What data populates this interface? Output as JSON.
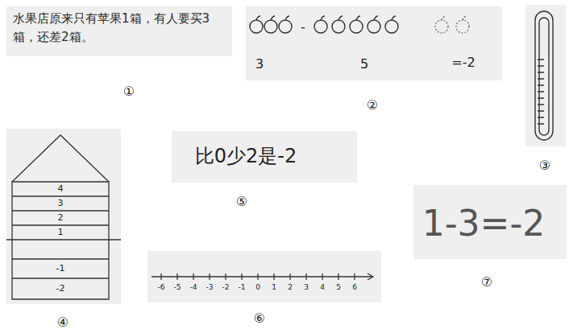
{
  "diagram": {
    "nodes": [
      {
        "text": [
          "水果店原来只有苹果1箱，有人要买3箱，还差2箱。"
        ]
      },
      {
        "text": [
          "3",
          "-",
          "5",
          "=-2"
        ]
      },
      {
        "text": [
          "4",
          "3",
          "2",
          "1",
          "-1",
          "-2"
        ]
      },
      {
        "text": [
          "比0少2是-2"
        ]
      },
      {
        "text": [
          "-6",
          "-5",
          "-4",
          "-3",
          "-2",
          "-1",
          "0",
          "1",
          "2",
          "3",
          "4",
          "5",
          "6"
        ]
      },
      {
        "text": [
          "1-3=-2"
        ]
      }
    ],
    "labels": [
      "①",
      "②",
      "③",
      "④",
      "⑤",
      "⑥",
      "⑦"
    ]
  }
}
